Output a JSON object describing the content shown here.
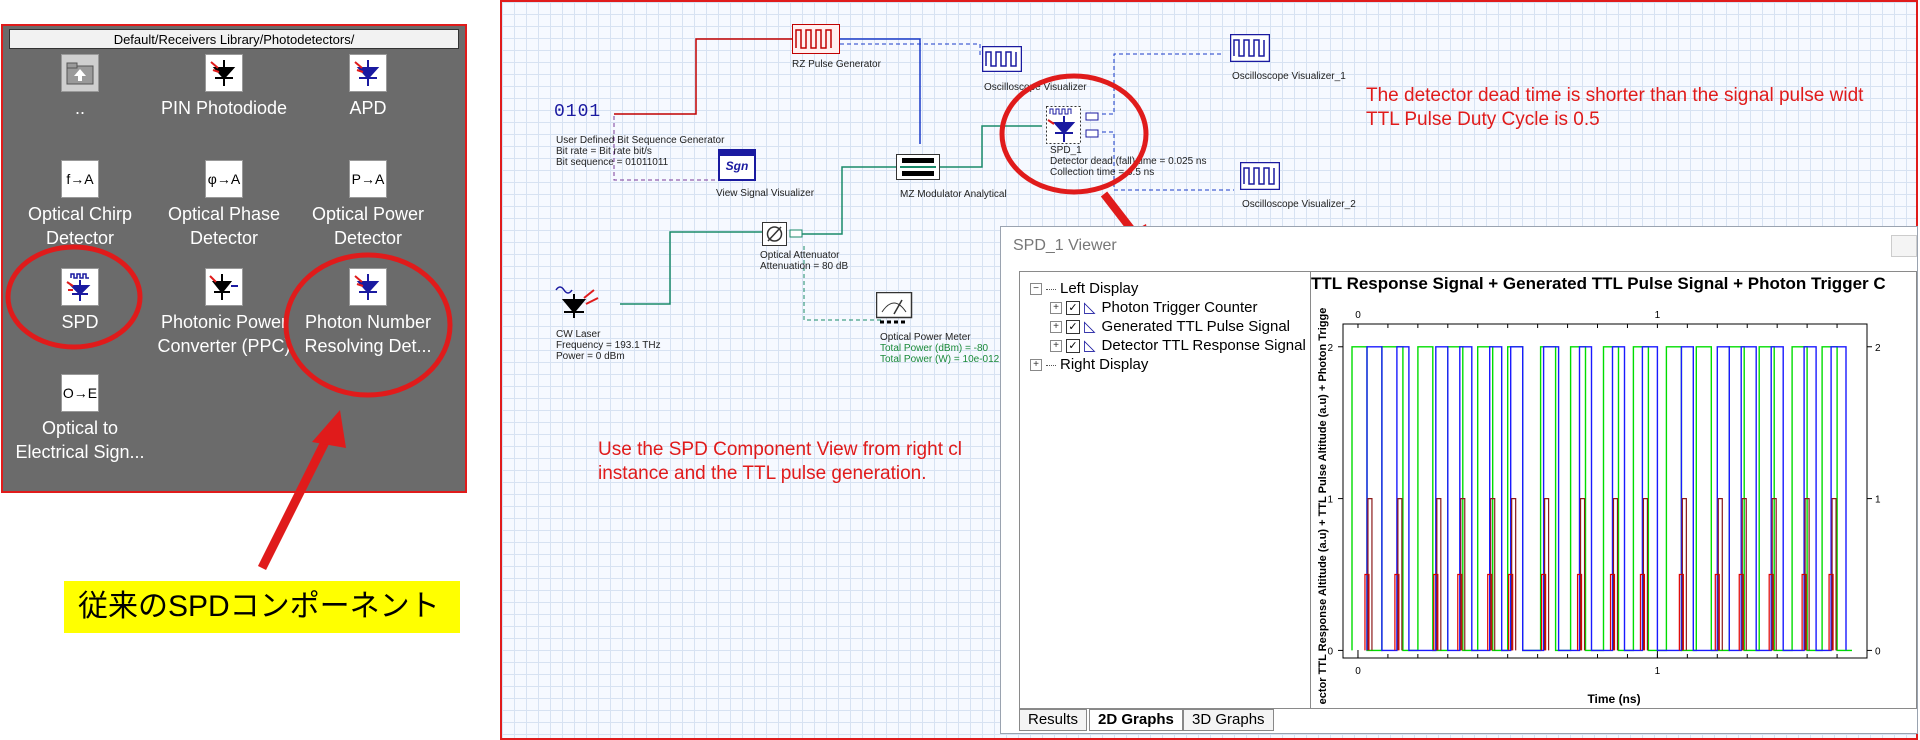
{
  "library": {
    "path": "Default/Receivers Library/Photodetectors/",
    "items": [
      {
        "label": "..",
        "icon": "folder-up-icon"
      },
      {
        "label": "PIN Photodiode",
        "icon": "photodiode-icon"
      },
      {
        "label": "APD",
        "icon": "apd-icon"
      },
      {
        "label": "Optical Chirp Detector",
        "icon": "chirp-detector-icon"
      },
      {
        "label": "Optical Phase Detector",
        "icon": "phase-detector-icon"
      },
      {
        "label": "Optical Power Detector",
        "icon": "power-detector-icon"
      },
      {
        "label": "SPD",
        "icon": "spd-icon"
      },
      {
        "label": "Photonic Power Converter (PPC)",
        "icon": "ppc-icon"
      },
      {
        "label": "Photon Number Resolving Det...",
        "icon": "pnr-detector-icon"
      },
      {
        "label": "Optical to Electrical Sign...",
        "icon": "o-to-e-icon"
      }
    ]
  },
  "note_jp": "従来のSPDコンポーネント",
  "schematic": {
    "bit_seq_gen": {
      "name": "User Defined Bit Sequence Generator",
      "line2": "Bit rate = Bit rate  bit/s",
      "line3": "Bit sequence = 01011011",
      "glyph": "0101"
    },
    "rz_pulse_gen": {
      "name": "RZ Pulse Generator"
    },
    "oscilloscope": {
      "name": "Oscilloscope Visualizer"
    },
    "oscilloscope_1": {
      "name": "Oscilloscope Visualizer_1"
    },
    "oscilloscope_2": {
      "name": "Oscilloscope Visualizer_2"
    },
    "signal_vis": {
      "name": "View Signal Visualizer",
      "glyph": "Sgn"
    },
    "mz_modulator": {
      "name": "MZ Modulator Analytical"
    },
    "spd": {
      "name": "SPD_1",
      "line2": "Detector dead (fall) time = 0.025  ns",
      "line3": "Collection time = 0.5  ns"
    },
    "attenuator": {
      "name": "Optical Attenuator",
      "line2": "Attenuation = 80  dB"
    },
    "cw_laser": {
      "name": "CW Laser",
      "line2": "Frequency = 193.1  THz",
      "line3": "Power = 0  dBm"
    },
    "power_meter": {
      "name": "Optical Power Meter",
      "line2": "Total Power (dBm) = -80",
      "line3": "Total Power (W) = 10e-012"
    },
    "note1_line1": "The detector dead time is shorter than the signal pulse widt",
    "note1_line2": "TTL Pulse Duty Cycle is 0.5",
    "note2_line1": "Use the SPD Component View from right cl",
    "note2_line2": "instance and the TTL pulse generation."
  },
  "viewer": {
    "title": "SPD_1 Viewer",
    "tree": {
      "left": "Left Display",
      "children": [
        "Photon Trigger Counter",
        "Generated TTL Pulse Signal",
        "Detector TTL Response Signal"
      ],
      "right": "Right Display"
    },
    "tabs": [
      "Results",
      "2D Graphs",
      "3D Graphs"
    ]
  },
  "chart_data": {
    "type": "line",
    "title": "TTL Response Signal + Generated TTL Pulse Signal + Photon Trigger C",
    "xlabel": "Time (ns)",
    "ylabel": "ector TTL Response Altitude (a.u) + TTL Pulse Altitude (a.u) + Photon Trigge",
    "xlim": [
      -0.05,
      1.7
    ],
    "ylim": [
      -0.05,
      2.15
    ],
    "x_ticks": [
      0,
      1
    ],
    "y_ticks": [
      0,
      1,
      2
    ],
    "colors": {
      "green": "#00dd00",
      "blue": "#1a1aff",
      "red": "#e00000",
      "darkred": "#8b1a1a"
    },
    "series": [
      {
        "color": "green",
        "points": [
          [
            -0.02,
            0
          ],
          [
            -0.02,
            2
          ],
          [
            0.03,
            2
          ],
          [
            0.03,
            0
          ],
          [
            0.08,
            0
          ],
          [
            0.08,
            2
          ],
          [
            0.15,
            2
          ],
          [
            0.15,
            0
          ],
          [
            0.2,
            0
          ],
          [
            0.2,
            2
          ],
          [
            0.25,
            2
          ],
          [
            0.25,
            0
          ],
          [
            0.3,
            0
          ],
          [
            0.3,
            2
          ],
          [
            0.35,
            2
          ],
          [
            0.35,
            0
          ],
          [
            0.4,
            0
          ],
          [
            0.4,
            2
          ],
          [
            0.45,
            2
          ],
          [
            0.45,
            0
          ],
          [
            0.5,
            0
          ],
          [
            0.5,
            2
          ],
          [
            0.55,
            2
          ],
          [
            0.55,
            0
          ],
          [
            0.61,
            0
          ],
          [
            0.61,
            2
          ],
          [
            0.66,
            2
          ],
          [
            0.66,
            0
          ],
          [
            0.71,
            0
          ],
          [
            0.71,
            2
          ],
          [
            0.76,
            2
          ],
          [
            0.76,
            0
          ],
          [
            0.82,
            0
          ],
          [
            0.82,
            2
          ],
          [
            0.87,
            2
          ],
          [
            0.87,
            0
          ],
          [
            0.92,
            0
          ],
          [
            0.92,
            2
          ],
          [
            0.97,
            2
          ],
          [
            0.97,
            0
          ],
          [
            1.03,
            0
          ],
          [
            1.03,
            2
          ],
          [
            1.08,
            2
          ],
          [
            1.08,
            0
          ],
          [
            1.13,
            0
          ],
          [
            1.13,
            2
          ],
          [
            1.18,
            2
          ],
          [
            1.18,
            0
          ],
          [
            1.24,
            0
          ],
          [
            1.24,
            2
          ],
          [
            1.29,
            2
          ],
          [
            1.29,
            0
          ],
          [
            1.34,
            0
          ],
          [
            1.34,
            2
          ],
          [
            1.39,
            2
          ],
          [
            1.39,
            0
          ],
          [
            1.45,
            0
          ],
          [
            1.45,
            2
          ],
          [
            1.5,
            2
          ],
          [
            1.5,
            0
          ],
          [
            1.55,
            0
          ],
          [
            1.55,
            2
          ],
          [
            1.6,
            2
          ],
          [
            1.6,
            0
          ],
          [
            1.65,
            0
          ]
        ]
      },
      {
        "color": "blue",
        "points": [
          [
            0.03,
            0
          ],
          [
            0.03,
            2
          ],
          [
            0.08,
            2
          ],
          [
            0.08,
            0
          ],
          [
            0.13,
            0
          ],
          [
            0.13,
            2
          ],
          [
            0.17,
            2
          ],
          [
            0.17,
            0
          ],
          [
            0.26,
            0
          ],
          [
            0.26,
            2
          ],
          [
            0.3,
            2
          ],
          [
            0.3,
            0
          ],
          [
            0.34,
            0
          ],
          [
            0.34,
            2
          ],
          [
            0.38,
            2
          ],
          [
            0.38,
            0
          ],
          [
            0.44,
            0
          ],
          [
            0.44,
            2
          ],
          [
            0.48,
            2
          ],
          [
            0.48,
            0
          ],
          [
            0.51,
            0
          ],
          [
            0.51,
            2
          ],
          [
            0.55,
            2
          ],
          [
            0.55,
            0
          ],
          [
            0.62,
            0
          ],
          [
            0.62,
            2
          ],
          [
            0.67,
            2
          ],
          [
            0.67,
            0
          ],
          [
            0.74,
            0
          ],
          [
            0.74,
            2
          ],
          [
            0.78,
            2
          ],
          [
            0.78,
            0
          ],
          [
            0.85,
            0
          ],
          [
            0.85,
            2
          ],
          [
            0.89,
            2
          ],
          [
            0.89,
            0
          ],
          [
            0.95,
            0
          ],
          [
            0.95,
            2
          ],
          [
            1.0,
            2
          ],
          [
            1.0,
            0
          ],
          [
            1.08,
            0
          ],
          [
            1.08,
            2
          ],
          [
            1.12,
            2
          ],
          [
            1.12,
            0
          ],
          [
            1.2,
            0
          ],
          [
            1.2,
            2
          ],
          [
            1.24,
            2
          ],
          [
            1.24,
            0
          ],
          [
            1.28,
            0
          ],
          [
            1.28,
            2
          ],
          [
            1.33,
            2
          ],
          [
            1.33,
            0
          ],
          [
            1.38,
            0
          ],
          [
            1.38,
            2
          ],
          [
            1.42,
            2
          ],
          [
            1.42,
            0
          ],
          [
            1.49,
            0
          ],
          [
            1.49,
            2
          ],
          [
            1.53,
            2
          ],
          [
            1.53,
            0
          ],
          [
            1.58,
            0
          ],
          [
            1.58,
            2
          ],
          [
            1.63,
            2
          ],
          [
            1.63,
            0
          ]
        ]
      },
      {
        "color": "red",
        "spikes": [
          0.03,
          0.13,
          0.26,
          0.34,
          0.44,
          0.51,
          0.62,
          0.74,
          0.85,
          0.95,
          1.08,
          1.2,
          1.28,
          1.38,
          1.49,
          1.58
        ],
        "height": 0.5
      },
      {
        "color": "darkred",
        "spikes": [
          0.04,
          0.14,
          0.27,
          0.35,
          0.45,
          0.52,
          0.63,
          0.75,
          0.86,
          0.96,
          1.09,
          1.21,
          1.29,
          1.39,
          1.5,
          1.59
        ],
        "height": 1
      }
    ]
  }
}
